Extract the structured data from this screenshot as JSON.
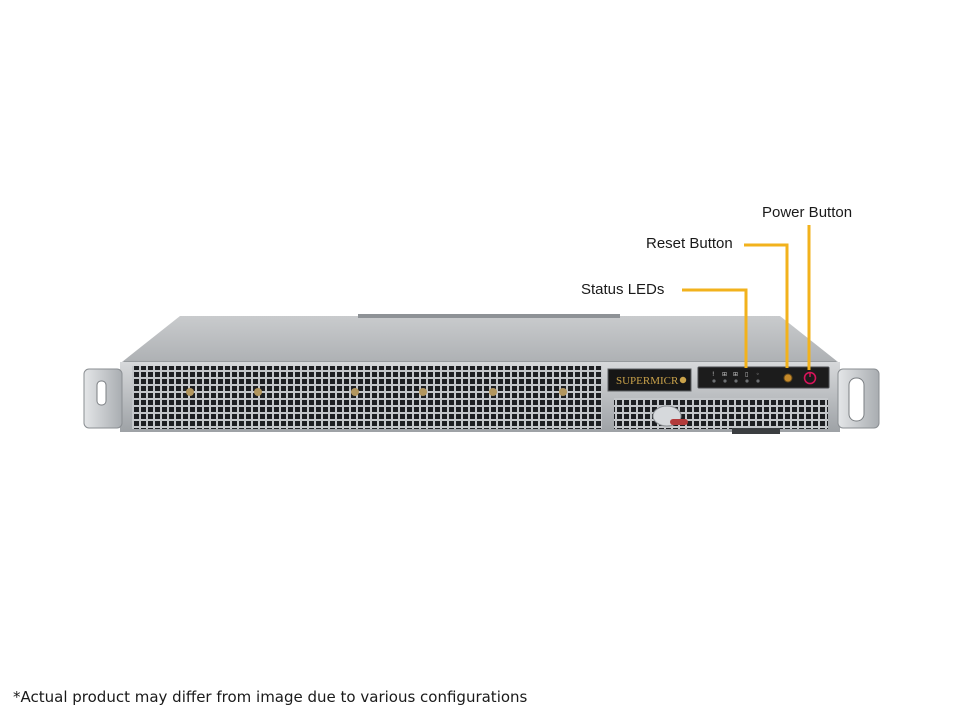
{
  "callouts": {
    "power": "Power Button",
    "reset": "Reset Button",
    "status": "Status LEDs"
  },
  "brand": {
    "logo_text": "SUPERMICR"
  },
  "disclaimer": "*Actual product may differ from image due to various configurations",
  "colors": {
    "callout_line": "#f2b21c",
    "power_ring": "#d8145a",
    "reset_button": "#c58a2a",
    "logo_gold": "#c9a24a",
    "panel_dark": "#1c1c1c"
  }
}
